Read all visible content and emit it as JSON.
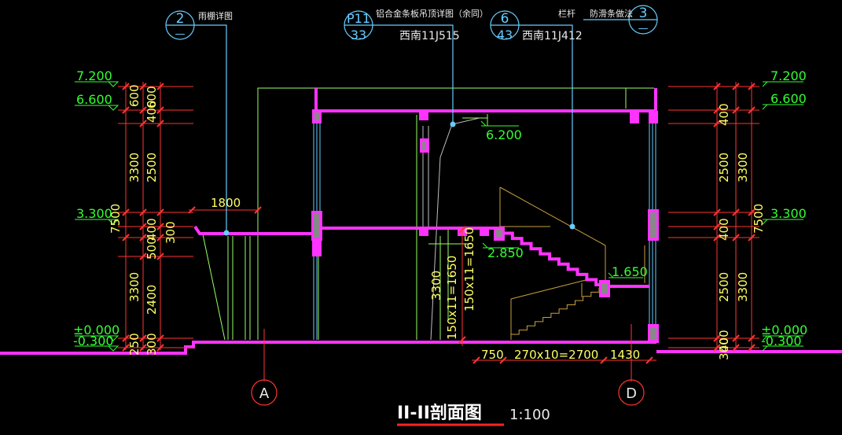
{
  "title": {
    "main": "II-II剖面图",
    "scale": "1:100"
  },
  "callouts": [
    {
      "num": "2",
      "sub": "—",
      "note": "雨棚详图"
    },
    {
      "num": "P11",
      "sub": "33",
      "note": "铝合金条板吊顶详图（余同）",
      "ref": "西南11J515"
    },
    {
      "num": "6",
      "sub": "43",
      "note": "栏杆",
      "ref": "西南11J412"
    },
    {
      "num": "3",
      "sub": "—",
      "note": "防滑条做法"
    }
  ],
  "elevations": {
    "left": [
      "7.200",
      "6.600",
      "3.300",
      "±0.000",
      "-0.300"
    ],
    "right": [
      "7.200",
      "6.600",
      "3.300",
      "±0.000",
      "-0.300"
    ],
    "interior": [
      "6.200",
      "2.850",
      "1.650"
    ]
  },
  "dims": {
    "left_outer": [
      "600",
      "3300",
      "7500",
      "3300",
      "250"
    ],
    "left_inner": [
      "400",
      "600",
      "2500",
      "400",
      "300",
      "500",
      "2400",
      "300"
    ],
    "right_inner": [
      "400",
      "2500",
      "400",
      "2500",
      "400",
      "300"
    ],
    "right_outer": [
      "3300",
      "7500",
      "3300"
    ],
    "canopy": "1800",
    "bottom": [
      "750",
      "270x10=2700",
      "1430"
    ],
    "stair_v": [
      "3300",
      "150x11=1650",
      "150x11=1650"
    ]
  },
  "axes": [
    "A",
    "D"
  ]
}
